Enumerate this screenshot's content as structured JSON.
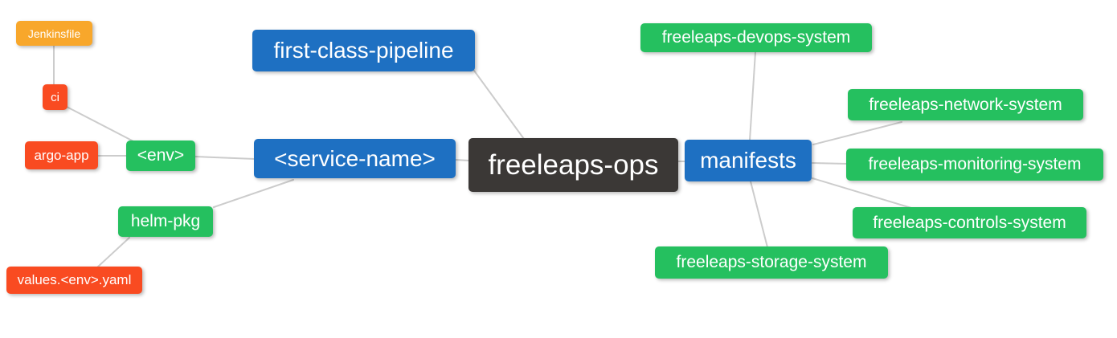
{
  "diagram": {
    "title": "freeleaps-ops mind map",
    "palette": {
      "orange": "#F8A72B",
      "red": "#F94B21",
      "green": "#25C05F",
      "blue": "#1E70C2",
      "dark": "#3B3836",
      "connector": "#CCCCCC",
      "background": "#FFFFFF",
      "text": "#FFFFFF"
    },
    "root": "freeleaps-ops",
    "nodes": [
      {
        "id": "jenkinsfile",
        "label": "Jenkinsfile",
        "color": "orange"
      },
      {
        "id": "ci",
        "label": "ci",
        "color": "red"
      },
      {
        "id": "argo-app",
        "label": "argo-app",
        "color": "red"
      },
      {
        "id": "env",
        "label": "<env>",
        "color": "green"
      },
      {
        "id": "first-class-pipeline",
        "label": "first-class-pipeline",
        "color": "blue"
      },
      {
        "id": "service-name",
        "label": "<service-name>",
        "color": "blue"
      },
      {
        "id": "freeleaps-ops",
        "label": "freeleaps-ops",
        "color": "dark"
      },
      {
        "id": "manifests",
        "label": "manifests",
        "color": "blue"
      },
      {
        "id": "helm-pkg",
        "label": "helm-pkg",
        "color": "green"
      },
      {
        "id": "values-env-yaml",
        "label": "values.<env>.yaml",
        "color": "red"
      },
      {
        "id": "freeleaps-devops-system",
        "label": "freeleaps-devops-system",
        "color": "green"
      },
      {
        "id": "freeleaps-network-system",
        "label": "freeleaps-network-system",
        "color": "green"
      },
      {
        "id": "freeleaps-monitoring-system",
        "label": "freeleaps-monitoring-system",
        "color": "green"
      },
      {
        "id": "freeleaps-controls-system",
        "label": "freeleaps-controls-system",
        "color": "green"
      },
      {
        "id": "freeleaps-storage-system",
        "label": "freeleaps-storage-system",
        "color": "green"
      }
    ],
    "edges": [
      {
        "from": "jenkinsfile",
        "to": "ci"
      },
      {
        "from": "ci",
        "to": "env"
      },
      {
        "from": "argo-app",
        "to": "env"
      },
      {
        "from": "env",
        "to": "service-name"
      },
      {
        "from": "service-name",
        "to": "helm-pkg"
      },
      {
        "from": "helm-pkg",
        "to": "values-env-yaml"
      },
      {
        "from": "service-name",
        "to": "freeleaps-ops"
      },
      {
        "from": "first-class-pipeline",
        "to": "freeleaps-ops"
      },
      {
        "from": "freeleaps-ops",
        "to": "manifests"
      },
      {
        "from": "manifests",
        "to": "freeleaps-devops-system"
      },
      {
        "from": "manifests",
        "to": "freeleaps-network-system"
      },
      {
        "from": "manifests",
        "to": "freeleaps-monitoring-system"
      },
      {
        "from": "manifests",
        "to": "freeleaps-controls-system"
      },
      {
        "from": "manifests",
        "to": "freeleaps-storage-system"
      }
    ]
  }
}
